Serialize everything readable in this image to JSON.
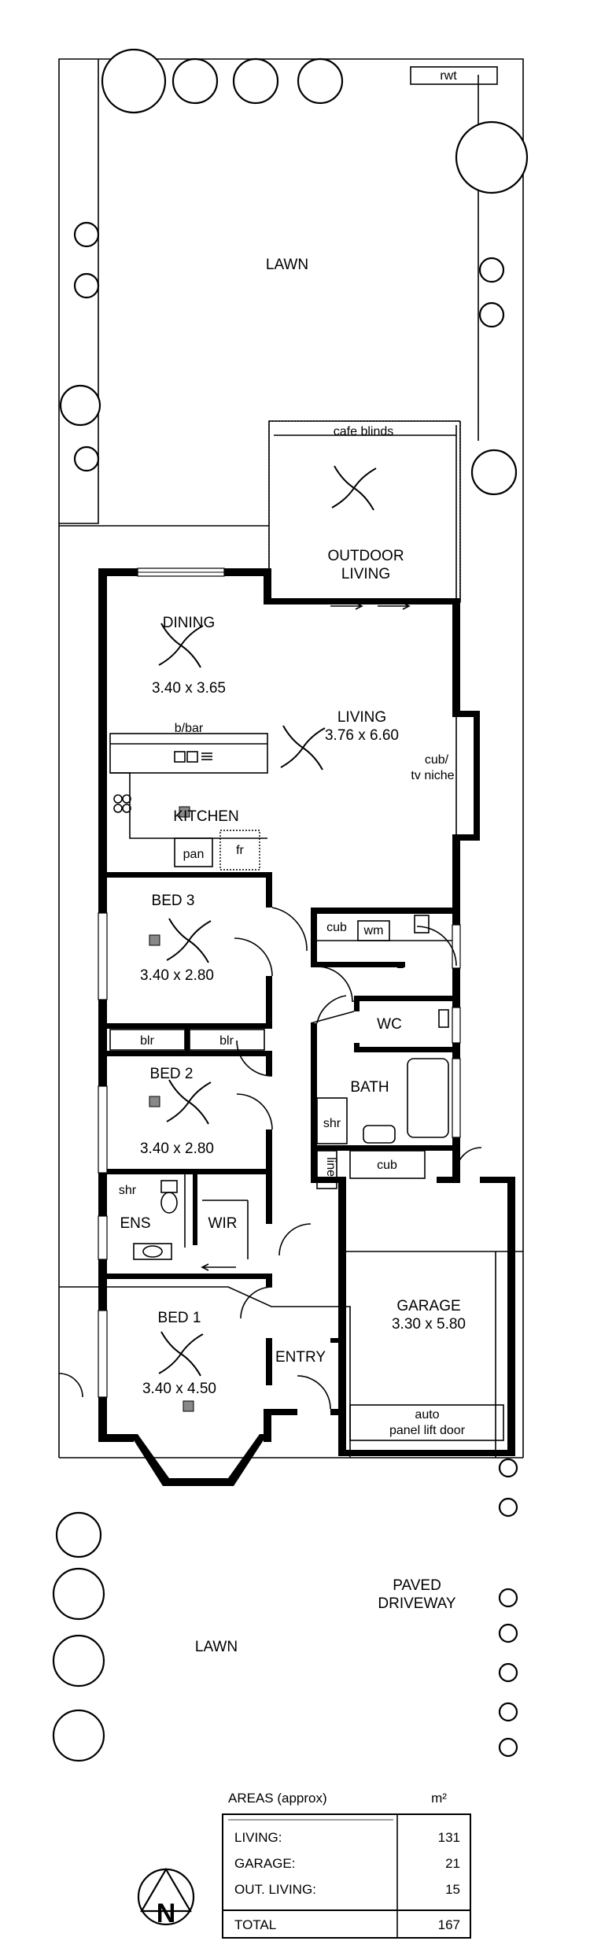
{
  "rooms": {
    "rwt": "rwt",
    "lawn_top": "LAWN",
    "cafe_blinds": "cafe blinds",
    "outdoor_1": "OUTDOOR",
    "outdoor_2": "LIVING",
    "dining": "DINING",
    "dining_dim": "3.40 x 3.65",
    "living": "LIVING",
    "living_dim": "3.76 x 6.60",
    "bbar": "b/bar",
    "kitchen": "KITCHEN",
    "pan": "pan",
    "fr": "fr",
    "cub_tv_1": "cub/",
    "cub_tv_2": "tv niche",
    "bed3": "BED 3",
    "bed3_dim": "3.40 x 2.80",
    "cub_laundry": "cub",
    "wm": "wm",
    "blr1": "blr",
    "blr2": "blr",
    "wc": "WC",
    "bed2": "BED 2",
    "bed2_dim": "3.40 x 2.80",
    "bath": "BATH",
    "shr_bath": "shr",
    "linen": "linen",
    "cub_bath": "cub",
    "shr_ens": "shr",
    "ens": "ENS",
    "wir": "WIR",
    "garage": "GARAGE",
    "garage_dim": "3.30 x 5.80",
    "entry": "ENTRY",
    "bed1": "BED 1",
    "bed1_dim": "3.40 x 4.50",
    "auto_1": "auto",
    "auto_2": "panel lift door",
    "paved_1": "PAVED",
    "paved_2": "DRIVEWAY",
    "lawn_bottom": "LAWN"
  },
  "areas": {
    "title": "AREAS (approx)",
    "unit": "m²",
    "rows": [
      {
        "label": "LIVING:",
        "value": "131"
      },
      {
        "label": "GARAGE:",
        "value": "21"
      },
      {
        "label": "OUT. LIVING:",
        "value": "15"
      }
    ],
    "total_label": "TOTAL",
    "total_value": "167"
  },
  "north_label": "N"
}
